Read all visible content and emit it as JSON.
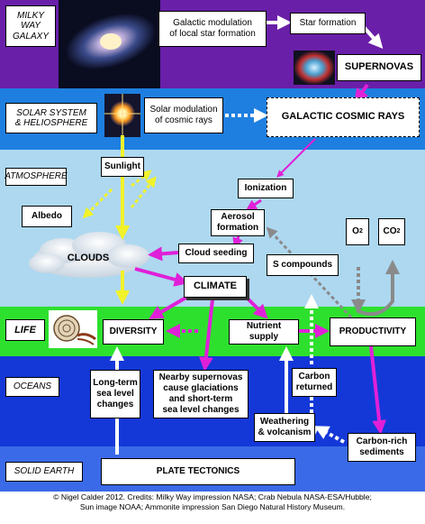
{
  "layers": {
    "galaxy": "MILKY WAY\nGALAXY",
    "solar": "SOLAR SYSTEM\n& HELIOSPHERE",
    "atmosphere": "ATMOSPHERE",
    "life": "LIFE",
    "oceans": "OCEANS",
    "earth": "SOLID EARTH"
  },
  "boxes": {
    "galactic_modulation": "Galactic modulation\nof local star formation",
    "star_formation": "Star formation",
    "supernovas": "SUPERNOVAS",
    "solar_modulation": "Solar modulation\nof cosmic rays",
    "gcr": "GALACTIC COSMIC RAYS",
    "sunlight": "Sunlight",
    "ionization": "Ionization",
    "aerosol": "Aerosol\nformation",
    "albedo": "Albedo",
    "clouds": "CLOUDS",
    "cloud_seeding": "Cloud seeding",
    "climate": "CLIMATE",
    "s_compounds": "S compounds",
    "o2": "O2",
    "co2": "CO2",
    "diversity": "DIVERSITY",
    "nutrient": "Nutrient  supply",
    "productivity": "PRODUCTIVITY",
    "long_term": "Long-term\nsea level\nchanges",
    "nearby_sn": "Nearby supernovas\ncause glaciations\nand short-term\nsea level changes",
    "carbon_returned": "Carbon\nreturned",
    "weathering": "Weathering\n& volcanism",
    "carbon_rich": "Carbon-rich\nsediments",
    "plate_tectonics": "PLATE TECTONICS"
  },
  "credits": {
    "line1": "© Nigel Calder 2012.  Credits: Milky Way impression NASA;  Crab Nebula NASA-ESA/Hubble;",
    "line2": "Sun image NOAA;  Ammonite impression San Diego Natural History Museum."
  },
  "colors": {
    "galaxy_band": "#6a1fa8",
    "solar_band": "#1e7fe0",
    "atmosphere_band": "#add8f0",
    "life_band": "#2ee02e",
    "oceans_band": "#1438d8",
    "earth_band": "#3a6ae8",
    "magenta_arrow": "#e020d8",
    "yellow_arrow": "#f2f22a",
    "gray_arrow": "#8a8a8a",
    "white_arrow": "#ffffff"
  }
}
